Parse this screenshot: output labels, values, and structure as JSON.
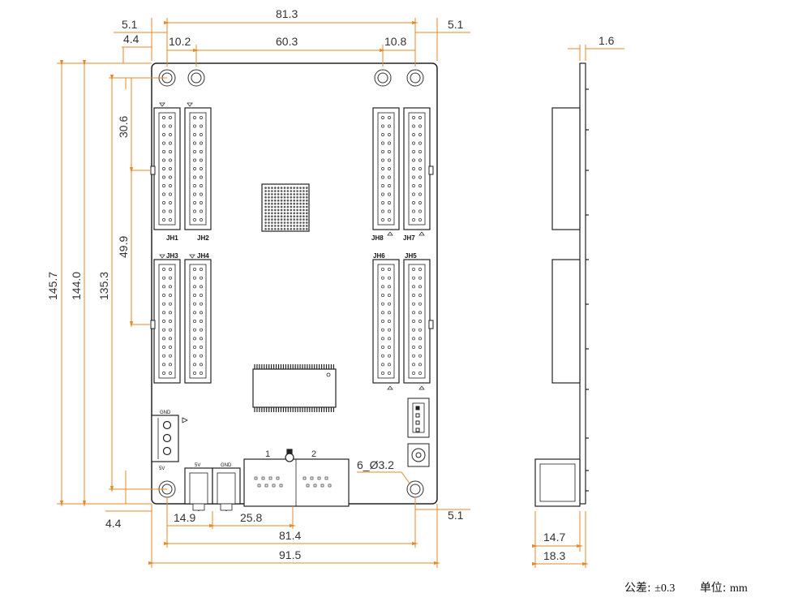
{
  "dimensions": {
    "top_total": "81.3",
    "top_left_margin": "5.1",
    "top_right_margin": "5.1",
    "left_offset": "4.4",
    "hole_left": "10.2",
    "hole_mid": "60.3",
    "hole_right": "10.8",
    "h_total": "145.7",
    "h_144": "144.0",
    "h_135": "135.3",
    "h_30": "30.6",
    "h_49": "49.9",
    "bottom_left_margin": "4.4",
    "bottom_right_margin": "5.1",
    "b_14": "14.9",
    "b_25": "25.8",
    "b_81": "81.4",
    "b_91": "91.5",
    "side_thickness": "1.6",
    "side_14": "14.7",
    "side_18": "18.3",
    "hole_spec": "6_Ø3.2"
  },
  "connectors": {
    "jh1": "JH1",
    "jh2": "JH2",
    "jh3": "JH3",
    "jh4": "JH4",
    "jh5": "JH5",
    "jh6": "JH6",
    "jh7": "JH7",
    "jh8": "JH8"
  },
  "board_labels": {
    "gnd_terminal": "GND",
    "v5_terminal": "5V",
    "port_5v": "5V",
    "port_gnd": "GND",
    "eth1": "1",
    "eth2": "2"
  },
  "note": {
    "tolerance_label": "公差:",
    "tolerance_value": "±0.3",
    "unit_label": "单位:",
    "unit_value": "mm"
  }
}
